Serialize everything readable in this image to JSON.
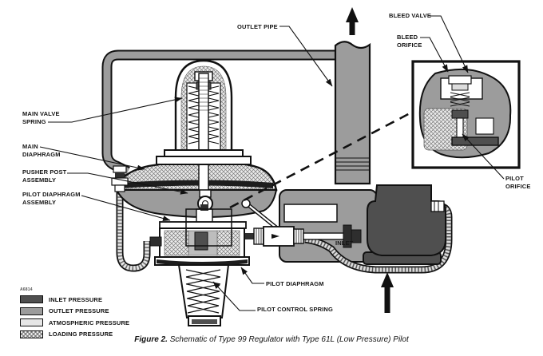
{
  "figure": {
    "caption_prefix": "Figure 2.",
    "caption_text": " Schematic of Type 99 Regulator with Type 61L (Low Pressure) Pilot",
    "drawing_number": "A6814"
  },
  "labels": {
    "main_valve_spring": "MAIN VALVE\nSPRING",
    "main_diaphragm": "MAIN\nDIAPHRAGM",
    "pusher_post_assembly": "PUSHER POST\nASSEMBLY",
    "pilot_diaphragm_assembly": "PILOT DIAPHRAGM\nASSEMBLY",
    "outlet_pipe": "OUTLET PIPE",
    "bleed_valve": "BLEED VALVE",
    "bleed_orifice": "BLEED\nORIFICE",
    "pilot_orifice": "PILOT\nORIFICE",
    "inlet": "INLET",
    "pilot_diaphragm": "PILOT DIAPHRAGM",
    "pilot_control_spring": "PILOT CONTROL SPRING"
  },
  "legend": {
    "items": [
      {
        "label": "INLET PRESSURE",
        "color": "#4f4f4f",
        "pattern": "solid"
      },
      {
        "label": "OUTLET PRESSURE",
        "color": "#9c9c9c",
        "pattern": "solid"
      },
      {
        "label": "ATMOSPHERIC PRESSURE",
        "color": "#e6e6e6",
        "pattern": "solid"
      },
      {
        "label": "LOADING PRESSURE",
        "color": "#ececec",
        "pattern": "crosshatch"
      }
    ]
  }
}
